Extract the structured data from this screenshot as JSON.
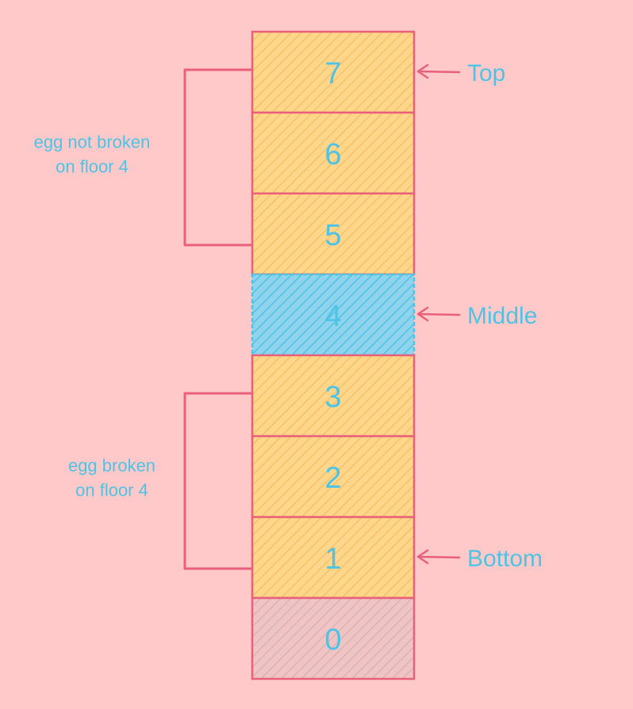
{
  "colors": {
    "background": "#ffc9c9",
    "floor_fill": "#ffd68a",
    "floor_hatch": "#f5c26b",
    "middle_fill": "#8fd3ec",
    "middle_hatch": "#4dc3e6",
    "ground_fill": "#f0c4c4",
    "ground_hatch": "#d9b3b3",
    "stroke": "#e8607a",
    "text": "#4dc3e6"
  },
  "floors": [
    {
      "number": "7",
      "kind": "normal"
    },
    {
      "number": "6",
      "kind": "normal"
    },
    {
      "number": "5",
      "kind": "normal"
    },
    {
      "number": "4",
      "kind": "middle"
    },
    {
      "number": "3",
      "kind": "normal"
    },
    {
      "number": "2",
      "kind": "normal"
    },
    {
      "number": "1",
      "kind": "normal"
    },
    {
      "number": "0",
      "kind": "ground"
    }
  ],
  "pointers": [
    {
      "label": "Top",
      "floor": "7"
    },
    {
      "label": "Middle",
      "floor": "4"
    },
    {
      "label": "Bottom",
      "floor": "1"
    }
  ],
  "brackets": [
    {
      "lines": [
        "egg not broken",
        "on floor 4"
      ],
      "from_floor": "7",
      "to_floor": "5"
    },
    {
      "lines": [
        "egg broken",
        "on floor 4"
      ],
      "from_floor": "3",
      "to_floor": "1"
    }
  ]
}
